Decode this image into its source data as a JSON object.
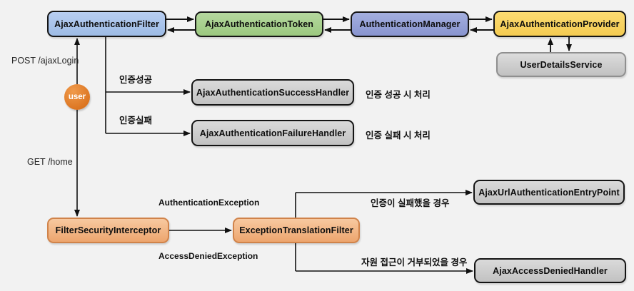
{
  "diagram": {
    "nodes": {
      "ajax_authentication_filter": "AjaxAuthenticationFilter",
      "ajax_authentication_token": "AjaxAuthenticationToken",
      "authentication_manager": "AuthenticationManager",
      "ajax_authentication_provider": "AjaxAuthenticationProvider",
      "user_details_service": "UserDetailsService",
      "ajax_authentication_success_handler": "AjaxAuthenticationSuccessHandler",
      "ajax_authentication_failure_handler": "AjaxAuthenticationFailureHandler",
      "filter_security_interceptor": "FilterSecurityInterceptor",
      "exception_translation_filter": "ExceptionTranslationFilter",
      "ajax_url_authentication_entry_point": "AjaxUrlAuthenticationEntryPoint",
      "ajax_access_denied_handler": "AjaxAccessDeniedHandler",
      "user": "user"
    },
    "labels": {
      "post_ajax_login": "POST /ajaxLogin",
      "get_home": "GET /home",
      "auth_success": "인증성공",
      "auth_failure": "인증실패",
      "success_note": "인증 성공 시 처리",
      "failure_note": "인증 실패 시 처리",
      "authentication_exception": "AuthenticationException",
      "access_denied_exception": "AccessDeniedException",
      "entry_point_note": "인증이 실패했을 경우",
      "denied_note": "자원 접근이 거부되었을 경우"
    },
    "colors": {
      "background": "#f2f2f2",
      "filter_blue": "#a9c4ea",
      "token_green": "#a9d18e",
      "manager_periwinkle": "#95a1d8",
      "provider_yellow": "#f8d25e",
      "handler_gray": "#cccccc",
      "orange_node": "#f4b183",
      "user_orange": "#e07f2b",
      "line": "#111111"
    }
  }
}
